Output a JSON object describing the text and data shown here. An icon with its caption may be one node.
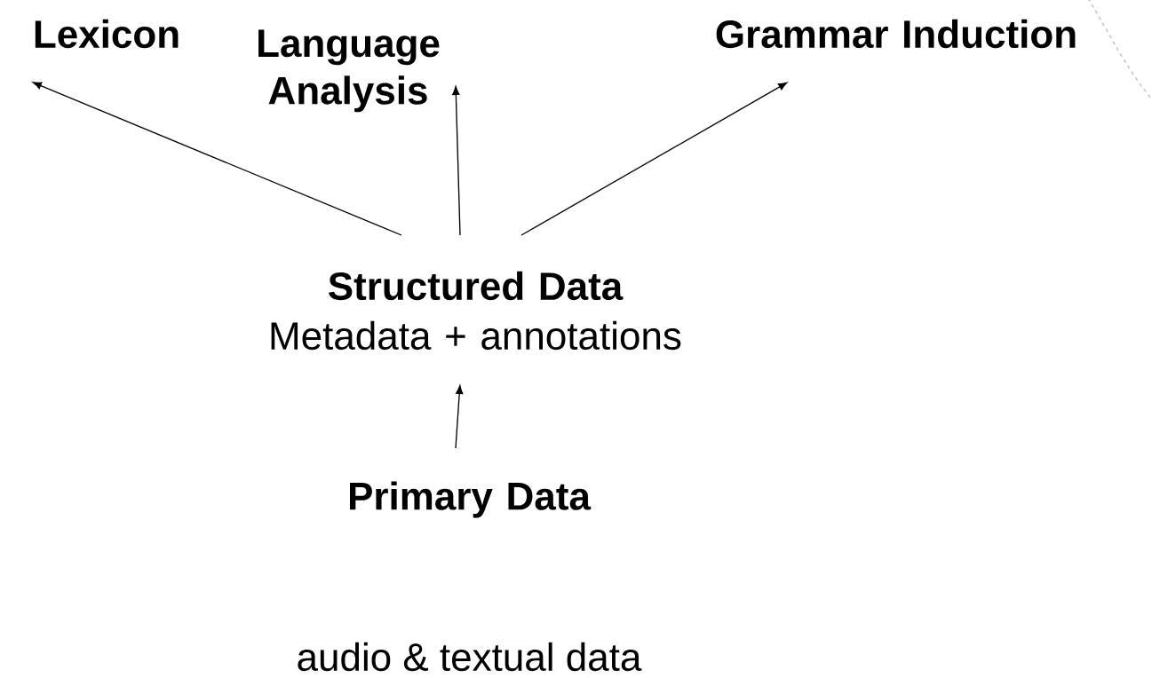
{
  "diagram": {
    "nodes": [
      {
        "text": [
          "Lexicon"
        ]
      },
      {
        "text": [
          "Language Analysis"
        ]
      },
      {
        "text": [
          "Grammar Induction"
        ]
      },
      {
        "text": [
          "Structured Data",
          "Metadata + annotations"
        ]
      },
      {
        "text": [
          "Primary Data"
        ]
      }
    ],
    "edges": [
      {
        "from": 3,
        "to": 0,
        "arrow": "to"
      },
      {
        "from": 3,
        "to": 1,
        "arrow": "to"
      },
      {
        "from": 3,
        "to": 2,
        "arrow": "to"
      },
      {
        "from": 4,
        "to": 3,
        "arrow": "to"
      }
    ],
    "labels": [
      "audio & textual data"
    ]
  }
}
